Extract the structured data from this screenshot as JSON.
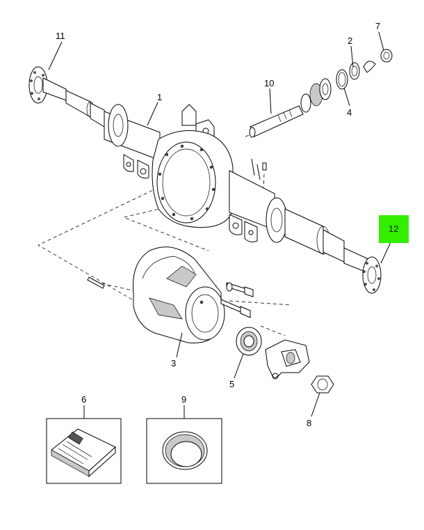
{
  "callouts": {
    "c1": "1",
    "c2": "2",
    "c3": "3",
    "c4": "4",
    "c5": "5",
    "c6": "6",
    "c7": "7",
    "c8": "8",
    "c9": "9",
    "c10": "10",
    "c11": "11",
    "c12": "12"
  },
  "colors": {
    "highlight": "#33ee00",
    "line": "#000000"
  }
}
